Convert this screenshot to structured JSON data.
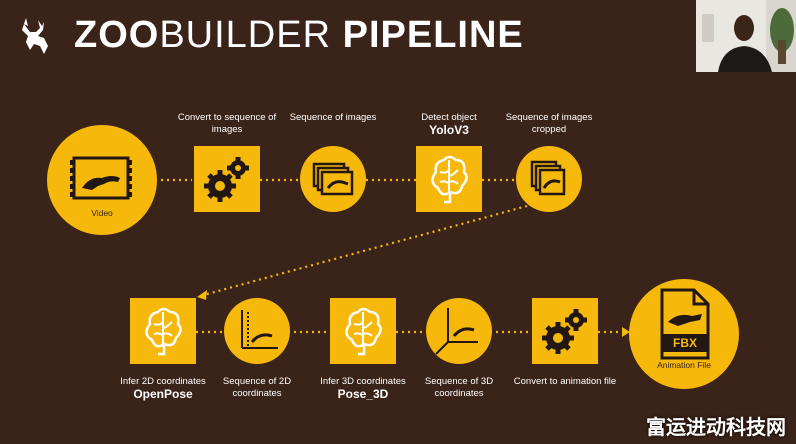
{
  "title": {
    "part1": "ZOO",
    "part2": "BUILDER",
    "part3": "PIPELINE"
  },
  "accent_color": "#f5b80b",
  "background_color": "#3a2318",
  "row1": [
    {
      "id": "video",
      "shape": "circle",
      "icon": "video-film-icon",
      "inner_label": "Video",
      "label": "",
      "label_bold": ""
    },
    {
      "id": "convert",
      "shape": "square",
      "icon": "gears-icon",
      "label": "Convert to sequence of images",
      "label_bold": ""
    },
    {
      "id": "sequence",
      "shape": "circle",
      "icon": "image-stack-icon",
      "label": "Sequence of images",
      "label_bold": ""
    },
    {
      "id": "detect",
      "shape": "square",
      "icon": "brain-icon",
      "label": "Detect object",
      "label_bold": "YoloV3"
    },
    {
      "id": "cropped",
      "shape": "circle",
      "icon": "image-stack-cropped-icon",
      "label": "Sequence of images cropped",
      "label_bold": ""
    }
  ],
  "row2": [
    {
      "id": "openpose",
      "shape": "square",
      "icon": "brain-icon",
      "label": "Infer 2D coordinates",
      "label_bold": "OpenPose"
    },
    {
      "id": "seq2d",
      "shape": "circle",
      "icon": "chart-2d-icon",
      "label": "Sequence of 2D coordinates",
      "label_bold": ""
    },
    {
      "id": "pose3d",
      "shape": "square",
      "icon": "brain-icon",
      "label": "Infer 3D coordinates",
      "label_bold": "Pose_3D"
    },
    {
      "id": "seq3d",
      "shape": "circle",
      "icon": "chart-3d-icon",
      "label": "Sequence of 3D coordinates",
      "label_bold": ""
    },
    {
      "id": "convertanim",
      "shape": "square",
      "icon": "gears-icon",
      "label": "Convert to animation file",
      "label_bold": ""
    },
    {
      "id": "fbx",
      "shape": "circle",
      "icon": "fbx-file-icon",
      "inner_badge": "FBX",
      "inner_label": "Animation File",
      "label": "",
      "label_bold": ""
    }
  ],
  "watermark": "富运进动科技网"
}
